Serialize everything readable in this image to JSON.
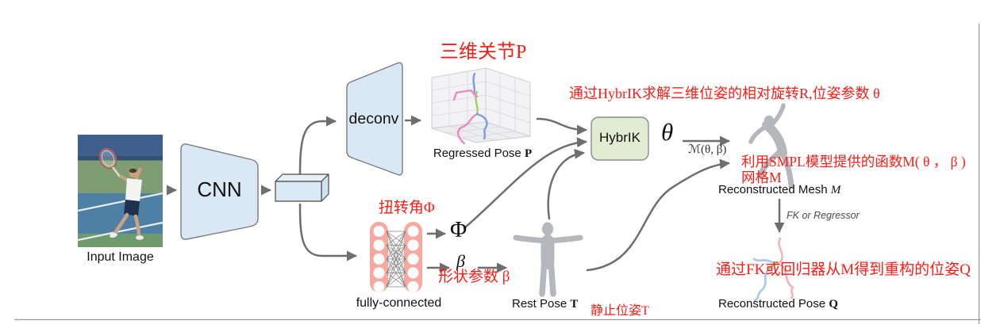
{
  "blocks": {
    "cnn": "CNN",
    "deconv": "deconv",
    "hybrik": "HybrIK",
    "fully_connected": "fully-connected"
  },
  "labels": {
    "input_image": "Input Image",
    "regressed_pose": "Regressed Pose ",
    "rest_pose": "Rest Pose ",
    "reconstructed_mesh": "Reconstructed Mesh ",
    "reconstructed_pose": "Reconstructed Pose ",
    "fk_or_regressor": "FK or Regressor"
  },
  "vars": {
    "P": "P",
    "T": "T",
    "M": "M",
    "Q": "Q"
  },
  "symbols": {
    "theta": "θ",
    "phi": "Φ",
    "beta": "β",
    "mesh_fn": "ℳ(θ, β)"
  },
  "annotations_zh": {
    "joints_3d": "三维关节P",
    "hybrik_note": "通过HybrIK求解三维位姿的相对旋转R,位姿参数 θ",
    "smpl_note_line1": "利用SMPL模型提供的函数M( θ ， β )",
    "smpl_note_line2": "网格M",
    "twist_angle": "扭转角Φ",
    "shape_param": "形状参数 β",
    "rest_pose_zh": "静止位姿T",
    "fk_note": "通过FK或回归器从M得到重构的位姿Q"
  },
  "colors": {
    "annotation_red": "#fb1d15",
    "block_blue": "#d9e8f4",
    "block_green": "#e1ecd3",
    "fc_pink": "#f7a9a1",
    "arrow_gray": "#6e6e6e",
    "figure_gray": "#b4b8bd",
    "skeleton_pink": "#ec87c5",
    "skeleton_blue": "#7d9ce0",
    "skeleton_green": "#a3cf62"
  }
}
